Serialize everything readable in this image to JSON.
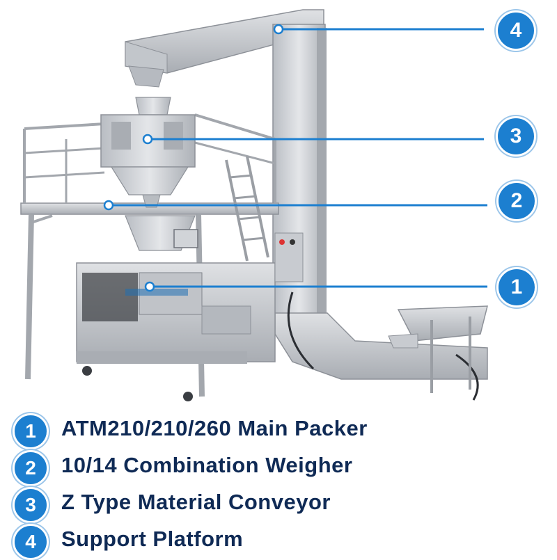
{
  "callouts": [
    {
      "number": "4"
    },
    {
      "number": "3"
    },
    {
      "number": "2"
    },
    {
      "number": "1"
    }
  ],
  "legend": [
    {
      "number": "1",
      "text": "ATM210/210/260 Main Packer"
    },
    {
      "number": "2",
      "text": "10/14 Combination Weigher"
    },
    {
      "number": "3",
      "text": "Z Type Material Conveyor"
    },
    {
      "number": "4",
      "text": "Support Platform"
    }
  ],
  "colors": {
    "accent": "#1c7fd0",
    "legend_text": "#0f2a55",
    "steel": "#c9ccd1"
  }
}
